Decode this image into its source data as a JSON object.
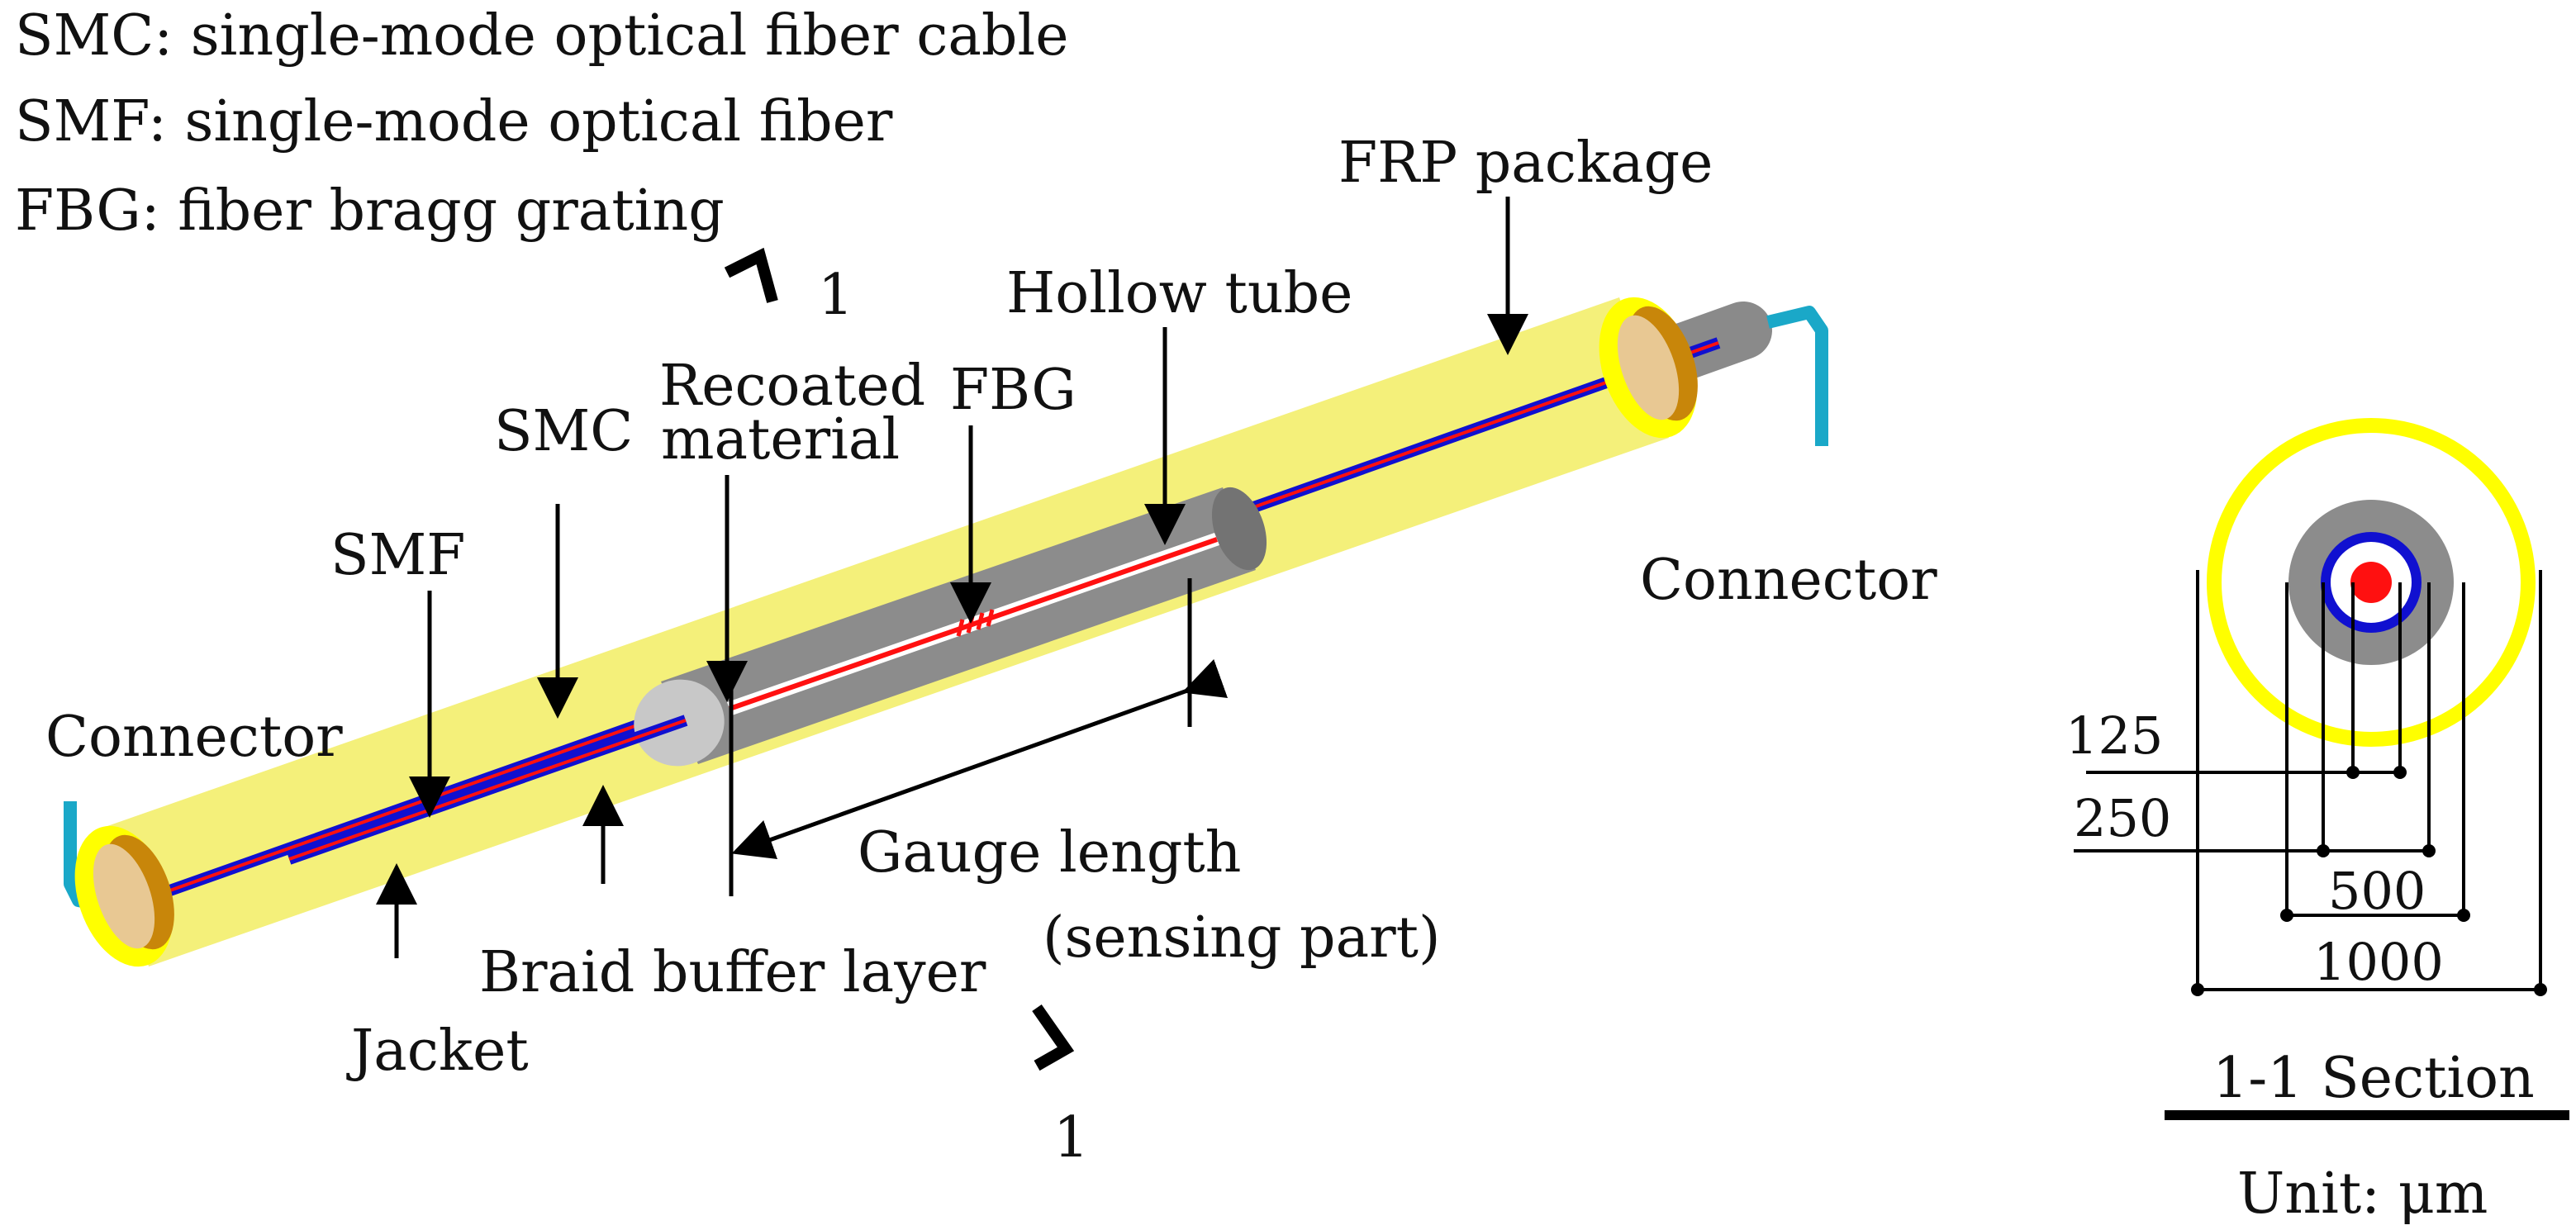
{
  "legend": {
    "smc": "SMC: single-mode optical fiber cable",
    "smf": "SMF: single-mode optical fiber",
    "fbg": "FBG: fiber bragg grating"
  },
  "labels": {
    "frp_package": "FRP package",
    "hollow_tube": "Hollow tube",
    "recoated_line1": "Recoated",
    "recoated_line2": "material",
    "fbg": "FBG",
    "smc": "SMC",
    "smf": "SMF",
    "connector_left": "Connector",
    "connector_right": "Connector",
    "gauge_line1": "Gauge length",
    "gauge_line2": "(sensing part)",
    "braid": "Braid buffer layer",
    "jacket": "Jacket",
    "cut_top": "1",
    "cut_bottom": "1"
  },
  "section": {
    "dim_125": "125",
    "dim_250": "250",
    "dim_500": "500",
    "dim_1000": "1000",
    "title": "1-1 Section",
    "unit": "Unit: μm"
  },
  "colors": {
    "frp_yellow": "#f4f07a",
    "frp_ring": "#ffff00",
    "end_cap_brown": "#c8860a",
    "end_cap_tan": "#e8c893",
    "tube_gray": "#8c8c8c",
    "tube_dark": "#737373",
    "fiber_blue": "#1010d0",
    "fiber_red": "#ff1010",
    "connector_cyan": "#1aa8c8",
    "ink": "#000000"
  }
}
